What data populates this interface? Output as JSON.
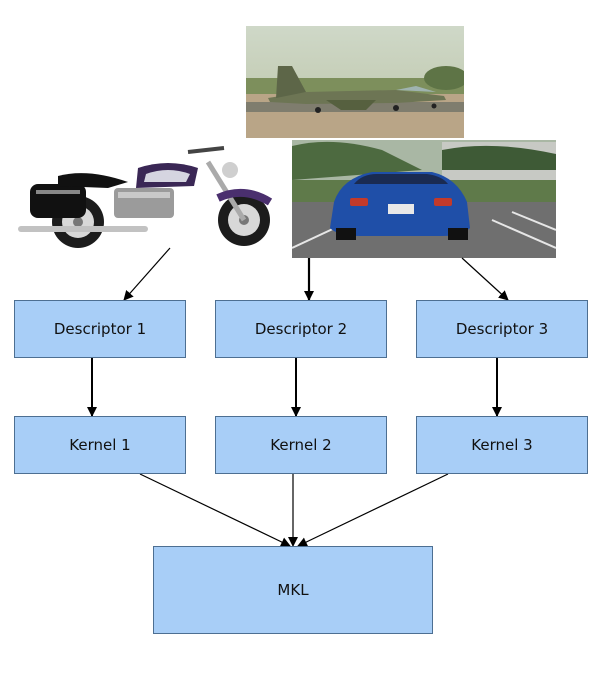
{
  "diagram": {
    "images": [
      {
        "name": "airplane-image",
        "description": "military jet aircraft on runway"
      },
      {
        "name": "motorcycle-image",
        "description": "cruiser motorcycle"
      },
      {
        "name": "car-image",
        "description": "blue sports car in parking lot"
      }
    ],
    "descriptors": [
      {
        "label": "Descriptor 1"
      },
      {
        "label": "Descriptor 2"
      },
      {
        "label": "Descriptor 3"
      }
    ],
    "kernels": [
      {
        "label": "Kernel 1"
      },
      {
        "label": "Kernel 2"
      },
      {
        "label": "Kernel 3"
      }
    ],
    "combiner": {
      "label": "MKL"
    }
  },
  "colors": {
    "box_fill": "#a8cef7",
    "box_border": "#4d6f92",
    "arrow": "#000000"
  }
}
